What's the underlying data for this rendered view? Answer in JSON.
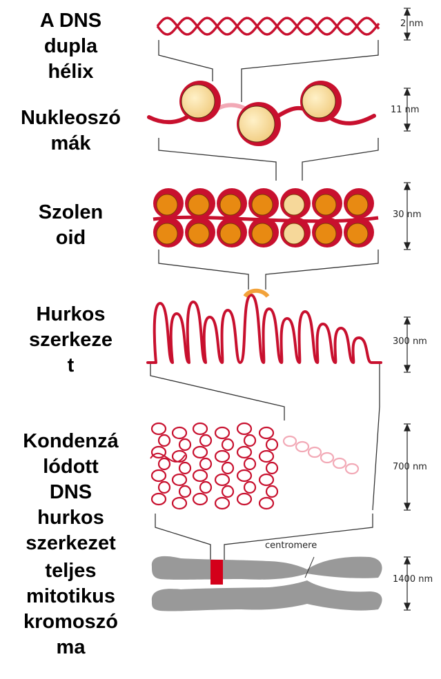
{
  "labels": {
    "dna": [
      "A DNS",
      "dupla",
      "hélix"
    ],
    "nucleosome": [
      "Nukleoszó",
      "mák"
    ],
    "solenoid": [
      "Szolen",
      "oid"
    ],
    "loops": [
      "Hurkos",
      "szerkeze",
      "t"
    ],
    "condensed": [
      "Kondenzá",
      "lódott",
      "DNS",
      "hurkos",
      "szerkezet"
    ],
    "chromosome": [
      "teljes",
      "mitotikus",
      "kromoszó",
      "ma"
    ]
  },
  "scales": {
    "dna": "2 nm",
    "nucleosome": "11 nm",
    "solenoid": "30 nm",
    "loops": "300 nm",
    "condensed": "700 nm",
    "chromosome": "1400 nm"
  },
  "annotations": {
    "centromere": "centromere"
  },
  "colors": {
    "dna": "#c8102e",
    "dna_light": "#f2a9b6",
    "histone": "#f6d89a",
    "histone_dark": "#e88a12",
    "link": "#f2a23a",
    "chromatid": "#999999",
    "centromere_band": "#d4001a",
    "guide": "#333333"
  }
}
